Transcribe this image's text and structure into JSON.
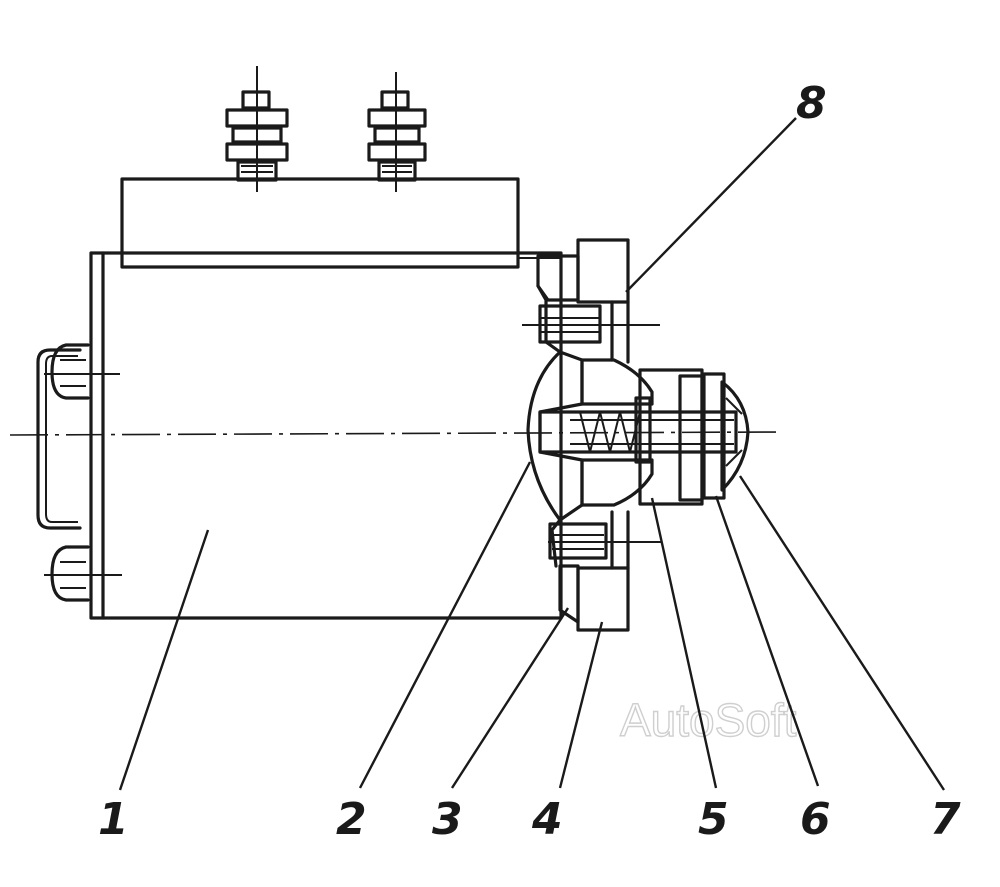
{
  "callouts": {
    "c1": "1",
    "c2": "2",
    "c3": "3",
    "c4": "4",
    "c5": "5",
    "c6": "6",
    "c7": "7",
    "c8": "8"
  },
  "watermark": "AutoSoft",
  "colors": {
    "ink": "#1a1a1a",
    "background": "#ffffff",
    "watermark": "#cfcfcf"
  }
}
